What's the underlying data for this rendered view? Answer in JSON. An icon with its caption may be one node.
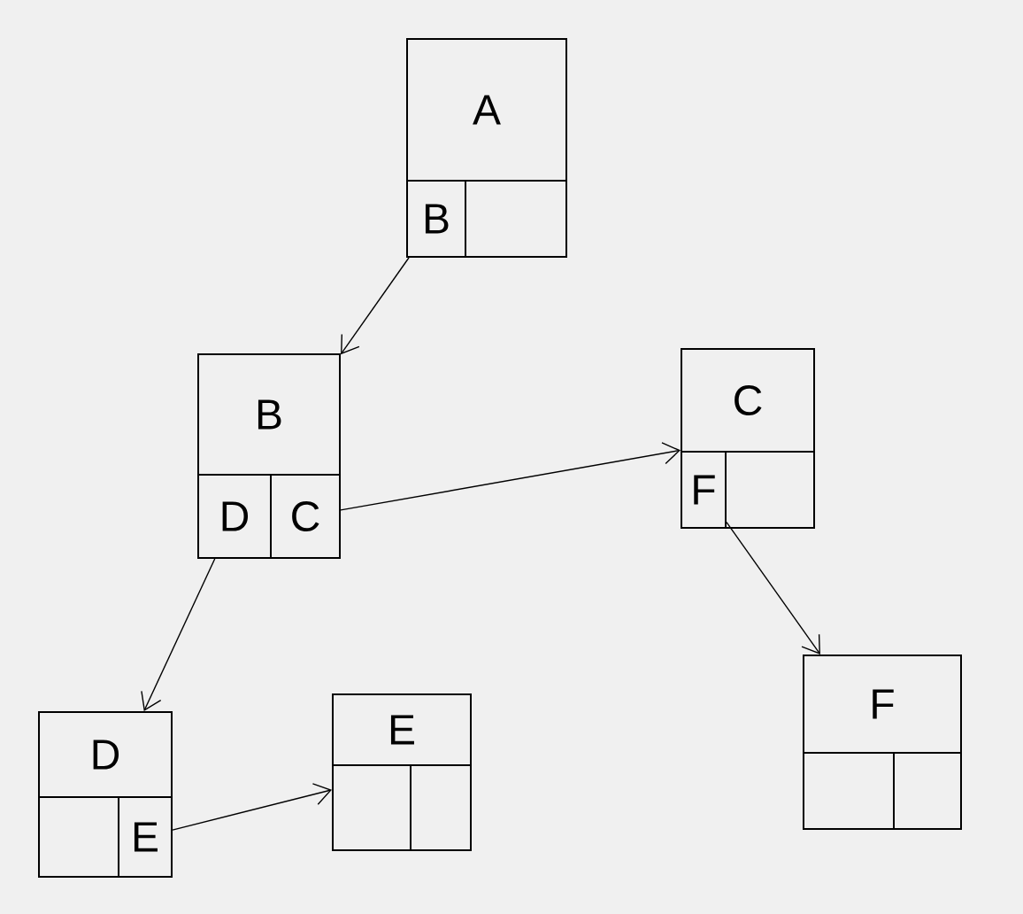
{
  "diagram": {
    "nodes": [
      {
        "text": [
          "A"
        ]
      },
      {
        "text": [
          "B"
        ],
        "in": 0
      },
      {
        "text": [],
        "shape": "box",
        "in": 0
      },
      {
        "text": [
          "B"
        ]
      },
      {
        "text": [
          "D"
        ],
        "in": 3
      },
      {
        "text": [
          "C"
        ],
        "in": 3
      },
      {
        "text": [
          "C"
        ]
      },
      {
        "text": [
          "F"
        ],
        "in": 6
      },
      {
        "text": [],
        "shape": "box",
        "in": 6
      },
      {
        "text": [
          "D"
        ]
      },
      {
        "text": [],
        "shape": "box",
        "in": 9
      },
      {
        "text": [
          "E"
        ],
        "in": 9
      },
      {
        "text": [
          "E"
        ]
      },
      {
        "text": [],
        "shape": "box",
        "in": 12
      },
      {
        "text": [],
        "shape": "box",
        "in": 12
      },
      {
        "text": [
          "F"
        ]
      },
      {
        "text": [],
        "shape": "box",
        "in": 15
      },
      {
        "text": [],
        "shape": "box",
        "in": 15
      }
    ],
    "edges": [
      {
        "from": 1,
        "to": 3,
        "arrow": "to"
      },
      {
        "from": 5,
        "to": 6,
        "arrow": "to"
      },
      {
        "from": 4,
        "to": 9,
        "arrow": "to"
      },
      {
        "from": 11,
        "to": 12,
        "arrow": "to"
      },
      {
        "from": 7,
        "to": 15,
        "arrow": "to"
      }
    ]
  }
}
